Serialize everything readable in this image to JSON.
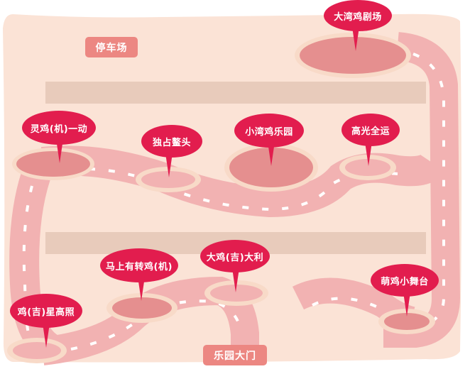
{
  "map": {
    "colors": {
      "background": "#fbe3d6",
      "building_bar": "#e8cbbb",
      "road": "#f2b2b2",
      "road_dash": "#ffffff",
      "spot_large_fill": "#e58f8f",
      "spot_small_fill": "#f2b2b2",
      "spot_ring": "#f8dac8",
      "pin": "#e21d4e",
      "badge": "#ec8782"
    },
    "badges": {
      "parking": "停车场",
      "park_gate": "乐园大门"
    },
    "attractions": [
      {
        "id": "dawan-theater",
        "label": "大湾鸡剧场"
      },
      {
        "id": "lingji-yidong",
        "label": "灵鸡(机)一动"
      },
      {
        "id": "duzhan-aotou",
        "label": "独占鳌头"
      },
      {
        "id": "xiaowan-park",
        "label": "小湾鸡乐园"
      },
      {
        "id": "gaoguang-quanyun",
        "label": "高光全运"
      },
      {
        "id": "mashang-zhuanji",
        "label": "马上有转鸡(机)"
      },
      {
        "id": "daji-dali",
        "label": "大鸡(吉)大利"
      },
      {
        "id": "mengji-stage",
        "label": "萌鸡小舞台"
      },
      {
        "id": "jixing-gaozhao",
        "label": "鸡(吉)星高照"
      }
    ]
  }
}
